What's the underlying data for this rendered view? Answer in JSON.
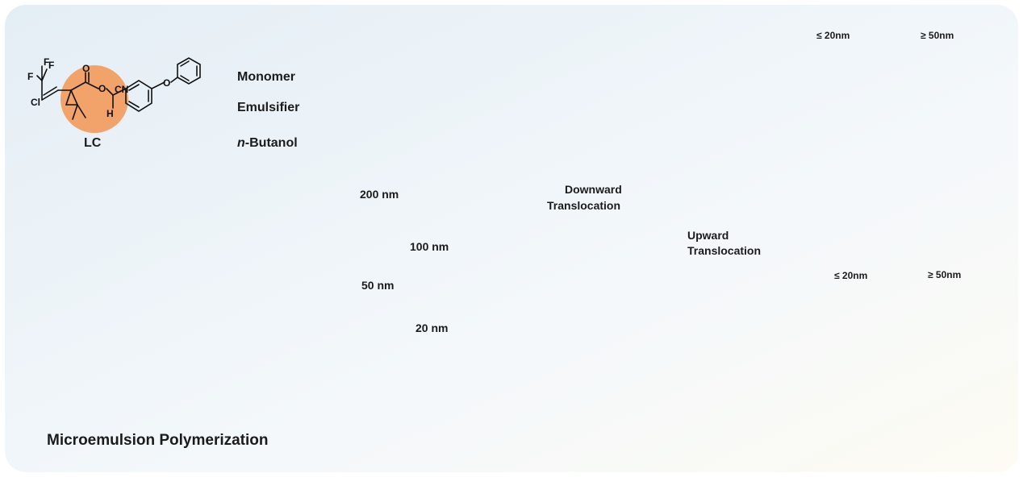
{
  "chemical": {
    "f1": "F",
    "f2": "F",
    "f3": "F",
    "cl": "Cl",
    "o1": "O",
    "o2": "O",
    "cn": "CN",
    "h": "H",
    "o3": "O",
    "name": "LC"
  },
  "legend": {
    "monomer": "Monomer",
    "emulsifier": "Emulsifier",
    "butanol_prefix": "n",
    "butanol_suffix": "-Butanol"
  },
  "process_label": "Microemulsion Polymerization",
  "nanoparticles": [
    {
      "size": "200 nm"
    },
    {
      "size": "100 nm"
    },
    {
      "size": "50 nm"
    },
    {
      "size": "20 nm"
    }
  ],
  "translocation": {
    "downward_line1": "Downward",
    "downward_line2": "Translocation",
    "upward_line1": "Upward",
    "upward_line2": "Translocation"
  },
  "leaf_panel": {
    "small_label": "≤ 20nm",
    "large_label": "≥ 50nm"
  },
  "root_panel": {
    "small_label": "≤ 20nm",
    "large_label": "≥ 50nm"
  },
  "colors": {
    "small_path": "#d8392c",
    "large_path": "#f0b21a",
    "plant_green": "#7fc14a",
    "root_brown": "#b5651d",
    "lc_circle": "#f39a5b"
  }
}
